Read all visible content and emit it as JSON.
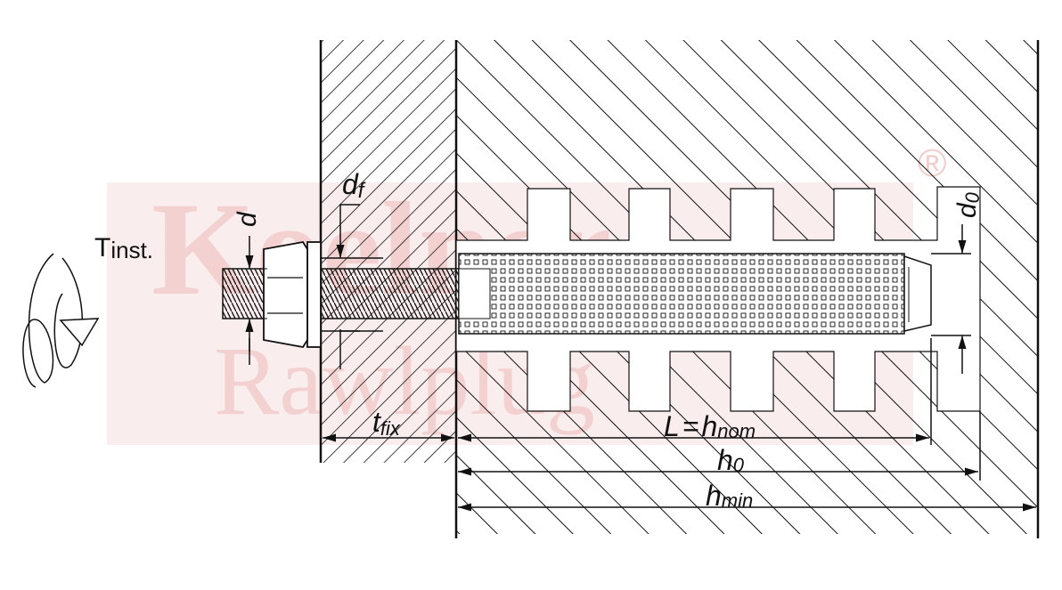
{
  "labels": {
    "torque_main": "T",
    "torque_sub": "inst.",
    "d": "d",
    "df_main": "d",
    "df_sub": "f",
    "d0_main": "d",
    "d0_sub": "0",
    "tfix_main": "t",
    "tfix_sub": "fix",
    "L_main": "L",
    "L_eq": "=",
    "hnom_main": "h",
    "hnom_sub": "nom",
    "h0_main": "h",
    "h0_sub": "0",
    "hmin_main": "h",
    "hmin_sub": "min"
  },
  "watermark": {
    "line1": "Koelner",
    "line2": "Rawlplug",
    "registered": "®"
  },
  "colors": {
    "line": "#111111",
    "watermark": "#e8a0a0",
    "watermark_bg": "#f6dede"
  }
}
